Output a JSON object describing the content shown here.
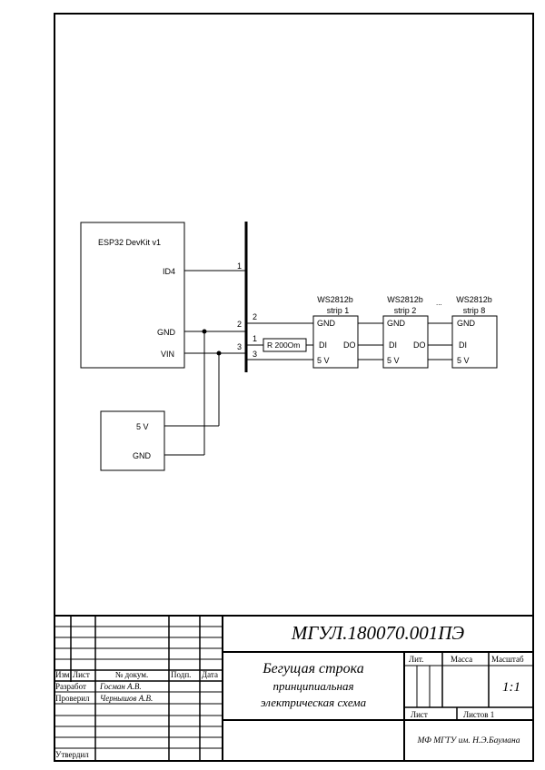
{
  "schematic": {
    "esp32": {
      "title": "ESP32 DevKit v1",
      "pin_id4": "ID4",
      "pin_gnd": "GND",
      "pin_vin": "VIN"
    },
    "bus": {
      "left_1": "1",
      "left_2": "2",
      "left_3": "3",
      "right_2": "2",
      "right_1": "1",
      "right_3": "3"
    },
    "resistor": {
      "label": "R 200Om"
    },
    "power": {
      "pin_5v": "5 V",
      "pin_gnd": "GND"
    },
    "strip1": {
      "title": "WS2812b",
      "subtitle": "strip 1",
      "gnd": "GND",
      "di": "DI",
      "do": "DO",
      "v5": "5 V"
    },
    "strip2": {
      "title": "WS2812b",
      "subtitle": "strip 2",
      "gnd": "GND",
      "di": "DI",
      "do": "DO",
      "v5": "5 V"
    },
    "ellipsis": "...",
    "strip8": {
      "title": "WS2812b",
      "subtitle": "strip 8",
      "gnd": "GND",
      "di": "DI",
      "v5": "5 V"
    }
  },
  "title_block": {
    "designation": "МГУЛ.180070.001ПЭ",
    "title_line1": "Бегущая строка",
    "title_line2": "принципиальная",
    "title_line3": "электрическая схема",
    "col_izm": "Изм",
    "col_list": "Лист",
    "col_doc": "№ докум.",
    "col_sign": "Подп.",
    "col_date": "Дата",
    "row_dev": "Разработ",
    "row_dev_name": "Госман А.В.",
    "row_check": "Проверил",
    "row_check_name": "Чернышов А.В.",
    "row_approve": "Утвердил",
    "lit": "Лит.",
    "mass": "Масса",
    "scale_label": "Масштаб",
    "scale_value": "1:1",
    "sheet": "Лист",
    "sheets": "Листов 1",
    "org": "МФ МГТУ им. Н.Э.Баумана"
  }
}
